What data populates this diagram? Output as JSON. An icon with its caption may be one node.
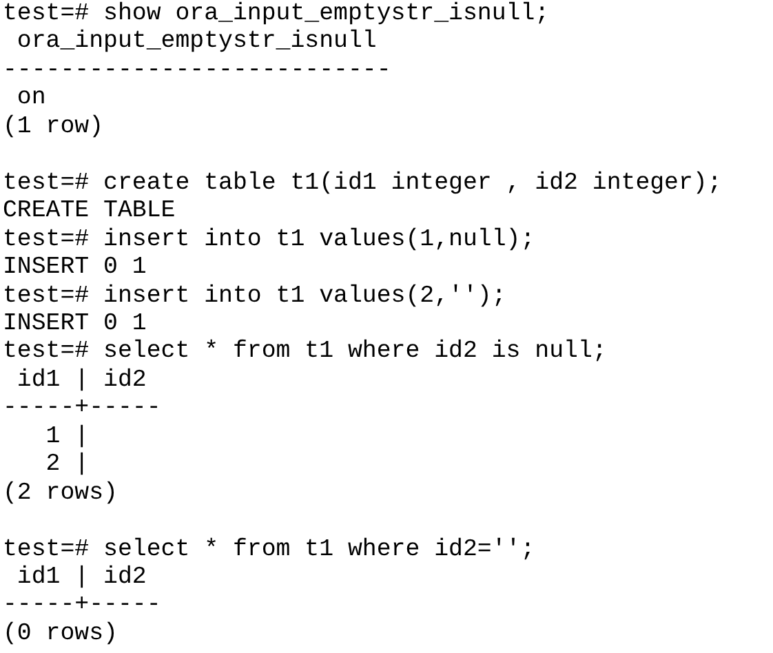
{
  "diagram": {
    "labels": [
      "test=# show ora_input_emptystr_isnull;",
      " ora_input_emptystr_isnull",
      "---------------------------",
      " on",
      "(1 row)",
      "test=# create table t1(id1 integer , id2 integer);",
      "CREATE TABLE",
      "test=# insert into t1 values(1,null);",
      "INSERT 0 1",
      "test=# insert into t1 values(2,'');",
      "INSERT 0 1",
      "test=# select * from t1 where id2 is null;",
      " id1 | id2",
      "-----+-----",
      "   1 |",
      "   2 |",
      "(2 rows)",
      "test=# select * from t1 where id2='';",
      " id1 | id2",
      "-----+-----",
      "(0 rows)"
    ]
  }
}
